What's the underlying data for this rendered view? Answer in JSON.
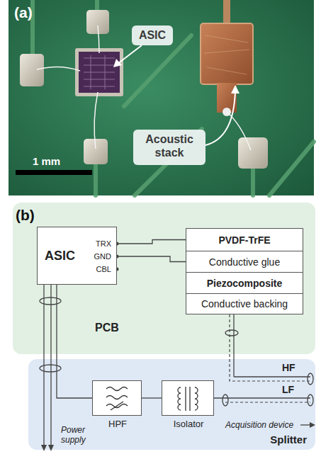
{
  "diagram": {
    "nodes": [
      {
        "text": [
          "ASIC"
        ]
      },
      {
        "text": [
          "Acoustic stack"
        ]
      },
      {
        "text": [
          "PCB"
        ]
      },
      {
        "text": [
          "ASIC",
          "TRX",
          "GND",
          "CBL"
        ],
        "in": 2
      },
      {
        "text": [
          "PVDF-TrFE"
        ],
        "in": 2
      },
      {
        "text": [
          "Conductive glue"
        ],
        "in": 2
      },
      {
        "text": [
          "Piezocomposite"
        ],
        "in": 2
      },
      {
        "text": [
          "Conductive backing"
        ],
        "in": 2
      },
      {
        "text": [
          "Splitter"
        ]
      },
      {
        "text": [
          "HPF"
        ],
        "in": 8
      },
      {
        "text": [
          "Isolator"
        ],
        "in": 8
      }
    ],
    "edges": [
      {
        "from": 3,
        "to": 4,
        "arrow": "none"
      },
      {
        "from": 3,
        "to": 5,
        "arrow": "none"
      },
      {
        "from": 3,
        "to": 9,
        "arrow": "none"
      },
      {
        "from": 9,
        "to": 10,
        "arrow": "none"
      }
    ],
    "labels": [
      "(a)",
      "1 mm",
      "(b)",
      "HF",
      "LF",
      "Power supply",
      "Acquisition device"
    ]
  }
}
